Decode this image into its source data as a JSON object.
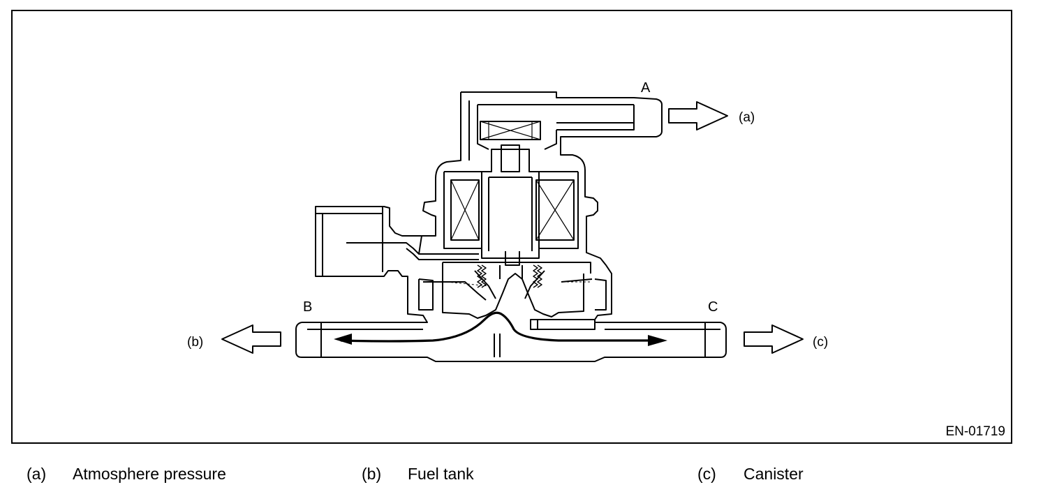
{
  "figure": {
    "id": "EN-01719",
    "ports": {
      "a": "A",
      "b": "B",
      "c": "C"
    },
    "arrow_labels": {
      "a": "(a)",
      "b": "(b)",
      "c": "(c)"
    }
  },
  "legend": [
    {
      "key": "(a)",
      "text": "Atmosphere pressure"
    },
    {
      "key": "(b)",
      "text": "Fuel tank"
    },
    {
      "key": "(c)",
      "text": "Canister"
    }
  ]
}
